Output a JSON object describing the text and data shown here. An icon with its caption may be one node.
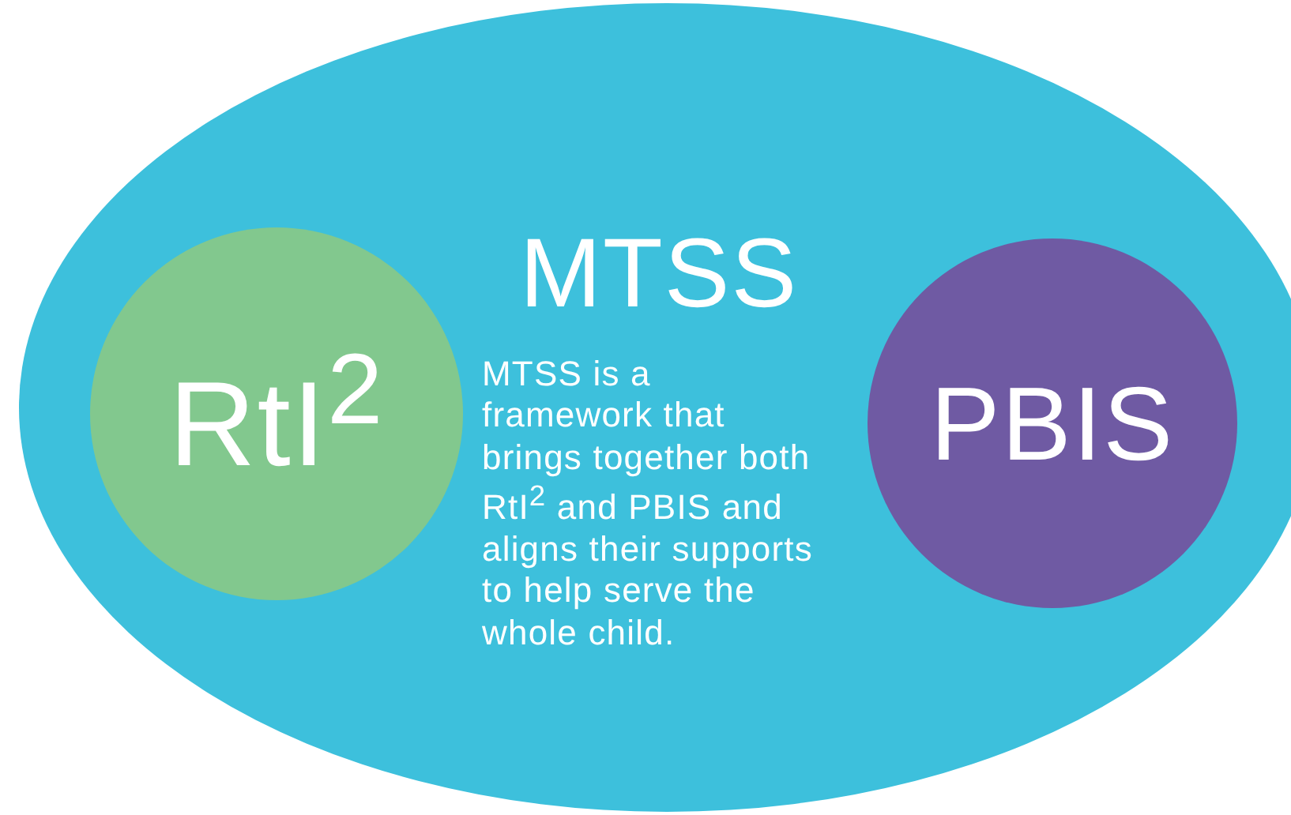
{
  "diagram": {
    "nodes": [
      {
        "text": [
          "MTSS",
          "MTSS is a framework that brings together both RtI$^{2}$ and PBIS and aligns their supports to help serve the whole child."
        ]
      },
      {
        "text": [
          "RtI$^{2}$"
        ],
        "in": 0
      },
      {
        "text": [
          "PBIS"
        ],
        "in": 0
      }
    ]
  }
}
